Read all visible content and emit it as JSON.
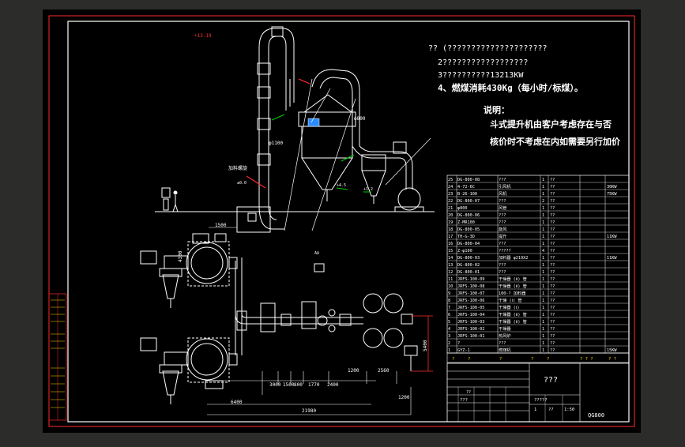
{
  "notes": {
    "line1": "?? (?????????????????????",
    "line2": "2??????????????????",
    "line3": "3??????????13213KW",
    "line4": "4、燃煤消耗430Kg（每小时/标煤）。",
    "explain_title": "说明：",
    "explain_1": "斗式提升机由客户考虑存在与否",
    "explain_2": "核价时不考虑在内如需要另行加价"
  },
  "dims": {
    "d_1500": "1500",
    "d_3000": "3000",
    "d_1500b": "1500",
    "d_800": "800",
    "d_1770": "1770",
    "d_2400": "2400",
    "d_1200": "1200",
    "d_2560": "2560",
    "d_6400": "6400",
    "d_21980": "21980",
    "d_1200b": "1200",
    "d_5400": "5400",
    "d_4300": "4300",
    "elev_top": "+13.19",
    "elev_a": "+4.5",
    "elev_b": "+1.2",
    "elev_c": "±0.0",
    "tag_100": "φ1100",
    "tag_800": "φ800",
    "tag_label": "加料螺旋",
    "box_label": "AA"
  },
  "bom": [
    {
      "no": "25",
      "code": "DG-800-08",
      "name": "???",
      "qty": "1",
      "note": "??",
      "power": ""
    },
    {
      "no": "24",
      "code": "4-72-6C",
      "name": "引风机",
      "qty": "1",
      "note": "??",
      "power": "30KW"
    },
    {
      "no": "23",
      "code": "B-26-100",
      "name": "风机",
      "qty": "1",
      "note": "??",
      "power": "75KW"
    },
    {
      "no": "22",
      "code": "DG-800-07",
      "name": "???",
      "qty": "2",
      "note": "??",
      "power": ""
    },
    {
      "no": "21",
      "code": "φ800",
      "name": "风管",
      "qty": "1",
      "note": "??",
      "power": ""
    },
    {
      "no": "20",
      "code": "DG-800-06",
      "name": "???",
      "qty": "1",
      "note": "??",
      "power": ""
    },
    {
      "no": "19",
      "code": "Z-MR100",
      "name": "???",
      "qty": "1",
      "note": "??",
      "power": ""
    },
    {
      "no": "18",
      "code": "DG-800-05",
      "name": "旋风",
      "qty": "1",
      "note": "??",
      "power": ""
    },
    {
      "no": "17",
      "code": "TH-G-3D",
      "name": "提升",
      "qty": "1",
      "note": "??",
      "power": "11KW"
    },
    {
      "no": "16",
      "code": "DG-800-04",
      "name": "???",
      "qty": "1",
      "note": "??",
      "power": ""
    },
    {
      "no": "15",
      "code": "Z-φ100",
      "name": "?????",
      "qty": "4",
      "note": "??",
      "power": ""
    },
    {
      "no": "14",
      "code": "DG-800-03",
      "name": "加料器 φ219X2",
      "qty": "1",
      "note": "??",
      "power": "11KW"
    },
    {
      "no": "13",
      "code": "DG-800-02",
      "name": "???",
      "qty": "1",
      "note": "??",
      "power": ""
    },
    {
      "no": "12",
      "code": "DG-800-01",
      "name": "???",
      "qty": "1",
      "note": "??",
      "power": ""
    },
    {
      "no": "11",
      "code": "JRFS-100-09",
      "name": "干燥器 (Ⅱ) 管",
      "qty": "1",
      "note": "??",
      "power": ""
    },
    {
      "no": "10",
      "code": "JRFS-100-08",
      "name": "干燥器 (Ⅱ) 管",
      "qty": "1",
      "note": "??",
      "power": ""
    },
    {
      "no": "9",
      "code": "JRFS-100-07",
      "name": "100-? 加料器",
      "qty": "1",
      "note": "??",
      "power": ""
    },
    {
      "no": "8",
      "code": "JRFS-100-06",
      "name": "干燥 (Ⅰ) 管",
      "qty": "1",
      "note": "??",
      "power": ""
    },
    {
      "no": "7",
      "code": "JRFS-100-05",
      "name": "干燥器 (Ⅰ)",
      "qty": "1",
      "note": "??",
      "power": ""
    },
    {
      "no": "6",
      "code": "JRFS-100-04",
      "name": "干燥器 (Ⅱ) 管",
      "qty": "1",
      "note": "??",
      "power": ""
    },
    {
      "no": "5",
      "code": "JRFS-100-03",
      "name": "干燥器 (Ⅱ) 管",
      "qty": "1",
      "note": "??",
      "power": ""
    },
    {
      "no": "4",
      "code": "JRFS-100-02",
      "name": "干燥器",
      "qty": "1",
      "note": "??",
      "power": ""
    },
    {
      "no": "3",
      "code": "JRFS-100-01",
      "name": "热风炉",
      "qty": "1",
      "note": "??",
      "power": ""
    },
    {
      "no": "2",
      "code": "?",
      "name": "???",
      "qty": "1",
      "note": "??",
      "power": ""
    },
    {
      "no": "1",
      "code": "GYZ-1",
      "name": "燃煤机",
      "qty": "1",
      "note": "??",
      "power": "15KW"
    }
  ],
  "bom_header": {
    "c1": "?",
    "c2": "?",
    "c3": "?",
    "c4": "?",
    "c5": "?",
    "c6": "? ? ?",
    "c7": "? ?"
  },
  "title_block": {
    "drawing_title": "???",
    "designer": "???",
    "scale_label": "??",
    "scale": "1:50",
    "sheet_no": "1",
    "drawing_code": "QG800",
    "check": "?????",
    "std": "??"
  }
}
